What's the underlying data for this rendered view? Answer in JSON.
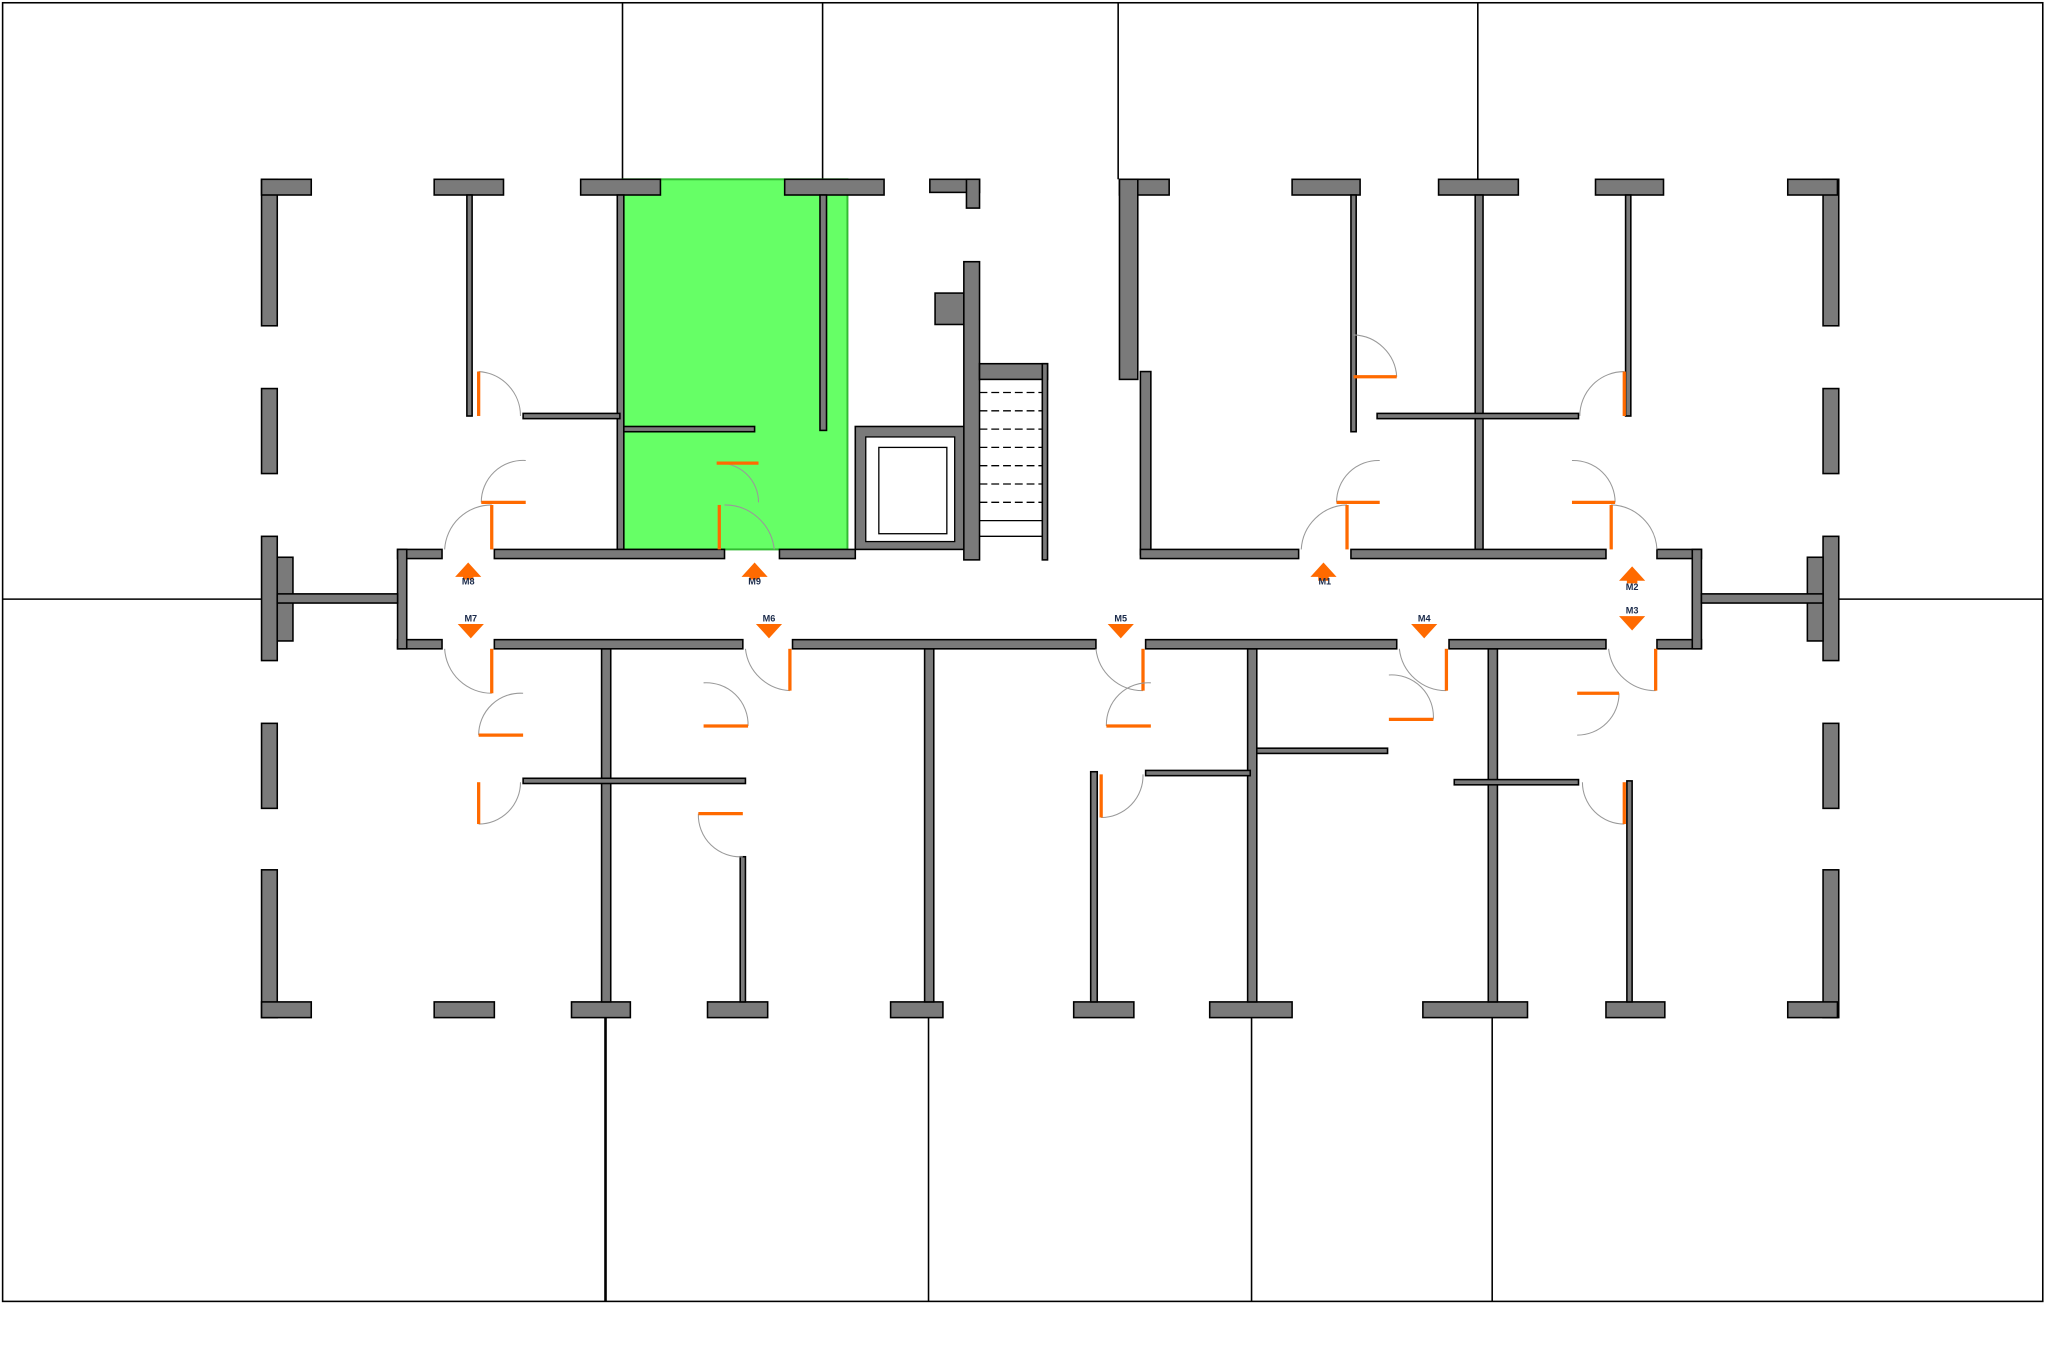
{
  "plan": {
    "highlight_color": "#66ff66",
    "door_color": "#ff6a00",
    "wall_color": "#7a7a7a",
    "markers": [
      {
        "label": "M1",
        "direction": "up"
      },
      {
        "label": "M2",
        "direction": "up"
      },
      {
        "label": "M3",
        "direction": "down"
      },
      {
        "label": "M4",
        "direction": "down"
      },
      {
        "label": "M5",
        "direction": "down"
      },
      {
        "label": "M6",
        "direction": "down"
      },
      {
        "label": "M7",
        "direction": "down"
      },
      {
        "label": "M8",
        "direction": "up"
      },
      {
        "label": "M9",
        "direction": "up"
      }
    ]
  }
}
